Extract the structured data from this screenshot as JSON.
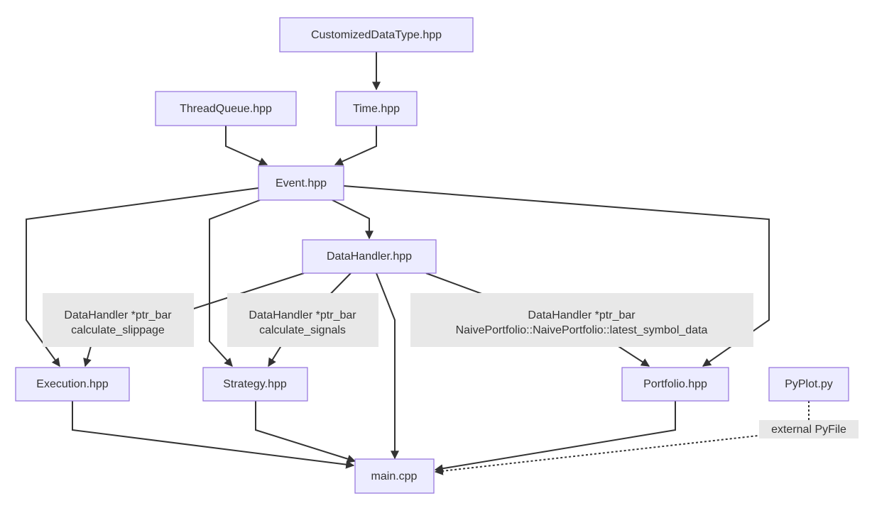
{
  "nodes": {
    "customized": "CustomizedDataType.hpp",
    "threadqueue": "ThreadQueue.hpp",
    "time": "Time.hpp",
    "event": "Event.hpp",
    "datahandler": "DataHandler.hpp",
    "execution": "Execution.hpp",
    "strategy": "Strategy.hpp",
    "portfolio": "Portfolio.hpp",
    "pyplot": "PyPlot.py",
    "main": "main.cpp"
  },
  "edge_labels": {
    "to_execution": {
      "line1": "DataHandler *ptr_bar",
      "line2": "calculate_slippage"
    },
    "to_strategy": {
      "line1": "DataHandler *ptr_bar",
      "line2": "calculate_signals"
    },
    "to_portfolio": {
      "line1": "DataHandler *ptr_bar",
      "line2": "NaivePortfolio::NaivePortfolio::latest_symbol_data"
    },
    "pyplot_to_main": "external PyFile"
  },
  "colors": {
    "node_fill": "#ececff",
    "node_stroke": "#9370db",
    "edge_label_fill": "#e8e8e8",
    "edge_stroke": "#333333"
  }
}
